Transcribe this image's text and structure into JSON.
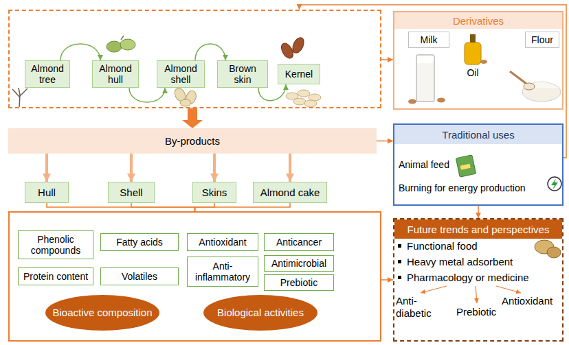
{
  "diagram": {
    "nodes": [
      {
        "text": []
      },
      {
        "text": [
          "Almond tree"
        ],
        "in": 0
      },
      {
        "text": [
          "Almond hull"
        ],
        "in": 0
      },
      {
        "text": [
          "Almond shell"
        ],
        "in": 0
      },
      {
        "text": [
          "Brown skin"
        ],
        "in": 0
      },
      {
        "text": [
          "Kernel"
        ],
        "in": 0
      },
      {
        "text": [
          "Derivatives",
          "Oil"
        ]
      },
      {
        "text": [
          "Milk"
        ],
        "in": 6
      },
      {
        "text": [
          "Flour"
        ],
        "in": 6
      },
      {
        "text": [
          "By-products"
        ]
      },
      {
        "text": [
          "Hull"
        ]
      },
      {
        "text": [
          "Shell"
        ]
      },
      {
        "text": [
          "Skins"
        ]
      },
      {
        "text": [
          "Almond cake"
        ]
      },
      {
        "text": [
          "Traditional uses",
          "Animal feed",
          "Burning for energy production"
        ]
      },
      {
        "text": []
      },
      {
        "text": [
          "Phenolic compounds"
        ],
        "in": 15
      },
      {
        "text": [
          "Fatty acids"
        ],
        "in": 15
      },
      {
        "text": [
          "Antioxidant"
        ],
        "in": 15
      },
      {
        "text": [
          "Anticancer"
        ],
        "in": 15
      },
      {
        "text": [
          "Protein content"
        ],
        "in": 15
      },
      {
        "text": [
          "Anti- inflammatory"
        ],
        "in": 15
      },
      {
        "text": [
          "Antimicrobial"
        ],
        "in": 15
      },
      {
        "text": [
          "Volatiles"
        ],
        "in": 15
      },
      {
        "text": [
          "Prebiotic"
        ],
        "in": 15
      },
      {
        "text": [
          "Bioactive composition"
        ],
        "in": 15
      },
      {
        "text": [
          "Biological activities"
        ],
        "in": 15
      },
      {
        "text": [
          "Future trends and perspectives",
          "Functional food",
          "Heavy metal adsorbent",
          "Pharmacology or medicine",
          "Anti- diabetic",
          "Prebiotic",
          "Antioxidant"
        ]
      }
    ],
    "edges": [
      {
        "from": 1,
        "to": 2,
        "arrow": "to"
      },
      {
        "from": 2,
        "to": 3,
        "arrow": "to"
      },
      {
        "from": 3,
        "to": 4,
        "arrow": "to"
      },
      {
        "from": 4,
        "to": 5,
        "arrow": "to"
      },
      {
        "from": 0,
        "to": 6,
        "arrow": "to"
      },
      {
        "from": 0,
        "to": 9,
        "arrow": "to"
      },
      {
        "from": 9,
        "to": 10,
        "arrow": "to"
      },
      {
        "from": 9,
        "to": 11,
        "arrow": "to"
      },
      {
        "from": 9,
        "to": 12,
        "arrow": "to"
      },
      {
        "from": 9,
        "to": 13,
        "arrow": "to"
      },
      {
        "from": 9,
        "to": 14,
        "arrow": "to"
      },
      {
        "from": 14,
        "to": 0,
        "arrow": "to"
      },
      {
        "from": 14,
        "to": 27,
        "arrow": "to"
      },
      {
        "from": 15,
        "to": 27,
        "arrow": "to"
      },
      {
        "from": 10,
        "to": 15,
        "arrow": "none"
      },
      {
        "from": 11,
        "to": 15,
        "arrow": "none"
      },
      {
        "from": 12,
        "to": 15,
        "arrow": "none"
      },
      {
        "from": 13,
        "to": 15,
        "arrow": "none"
      }
    ]
  }
}
